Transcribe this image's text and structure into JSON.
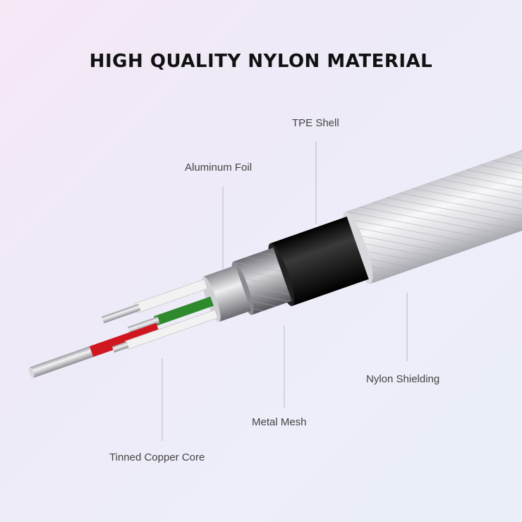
{
  "title": "HIGH QUALITY NYLON MATERIAL",
  "labels": {
    "tpe_shell": "TPE Shell",
    "aluminum_foil": "Aluminum Foil",
    "nylon_shielding": "Nylon Shielding",
    "metal_mesh": "Metal Mesh",
    "tinned_copper_core": "Tinned Copper Core"
  },
  "colors": {
    "nylon": "#e6e6ea",
    "tpe": "#151515",
    "mesh": "#9a9a9f",
    "foil": "#b8b8bd",
    "red_wire": "#d0161e",
    "green_wire": "#2f8a2e",
    "white_wire": "#f2f2f2"
  }
}
